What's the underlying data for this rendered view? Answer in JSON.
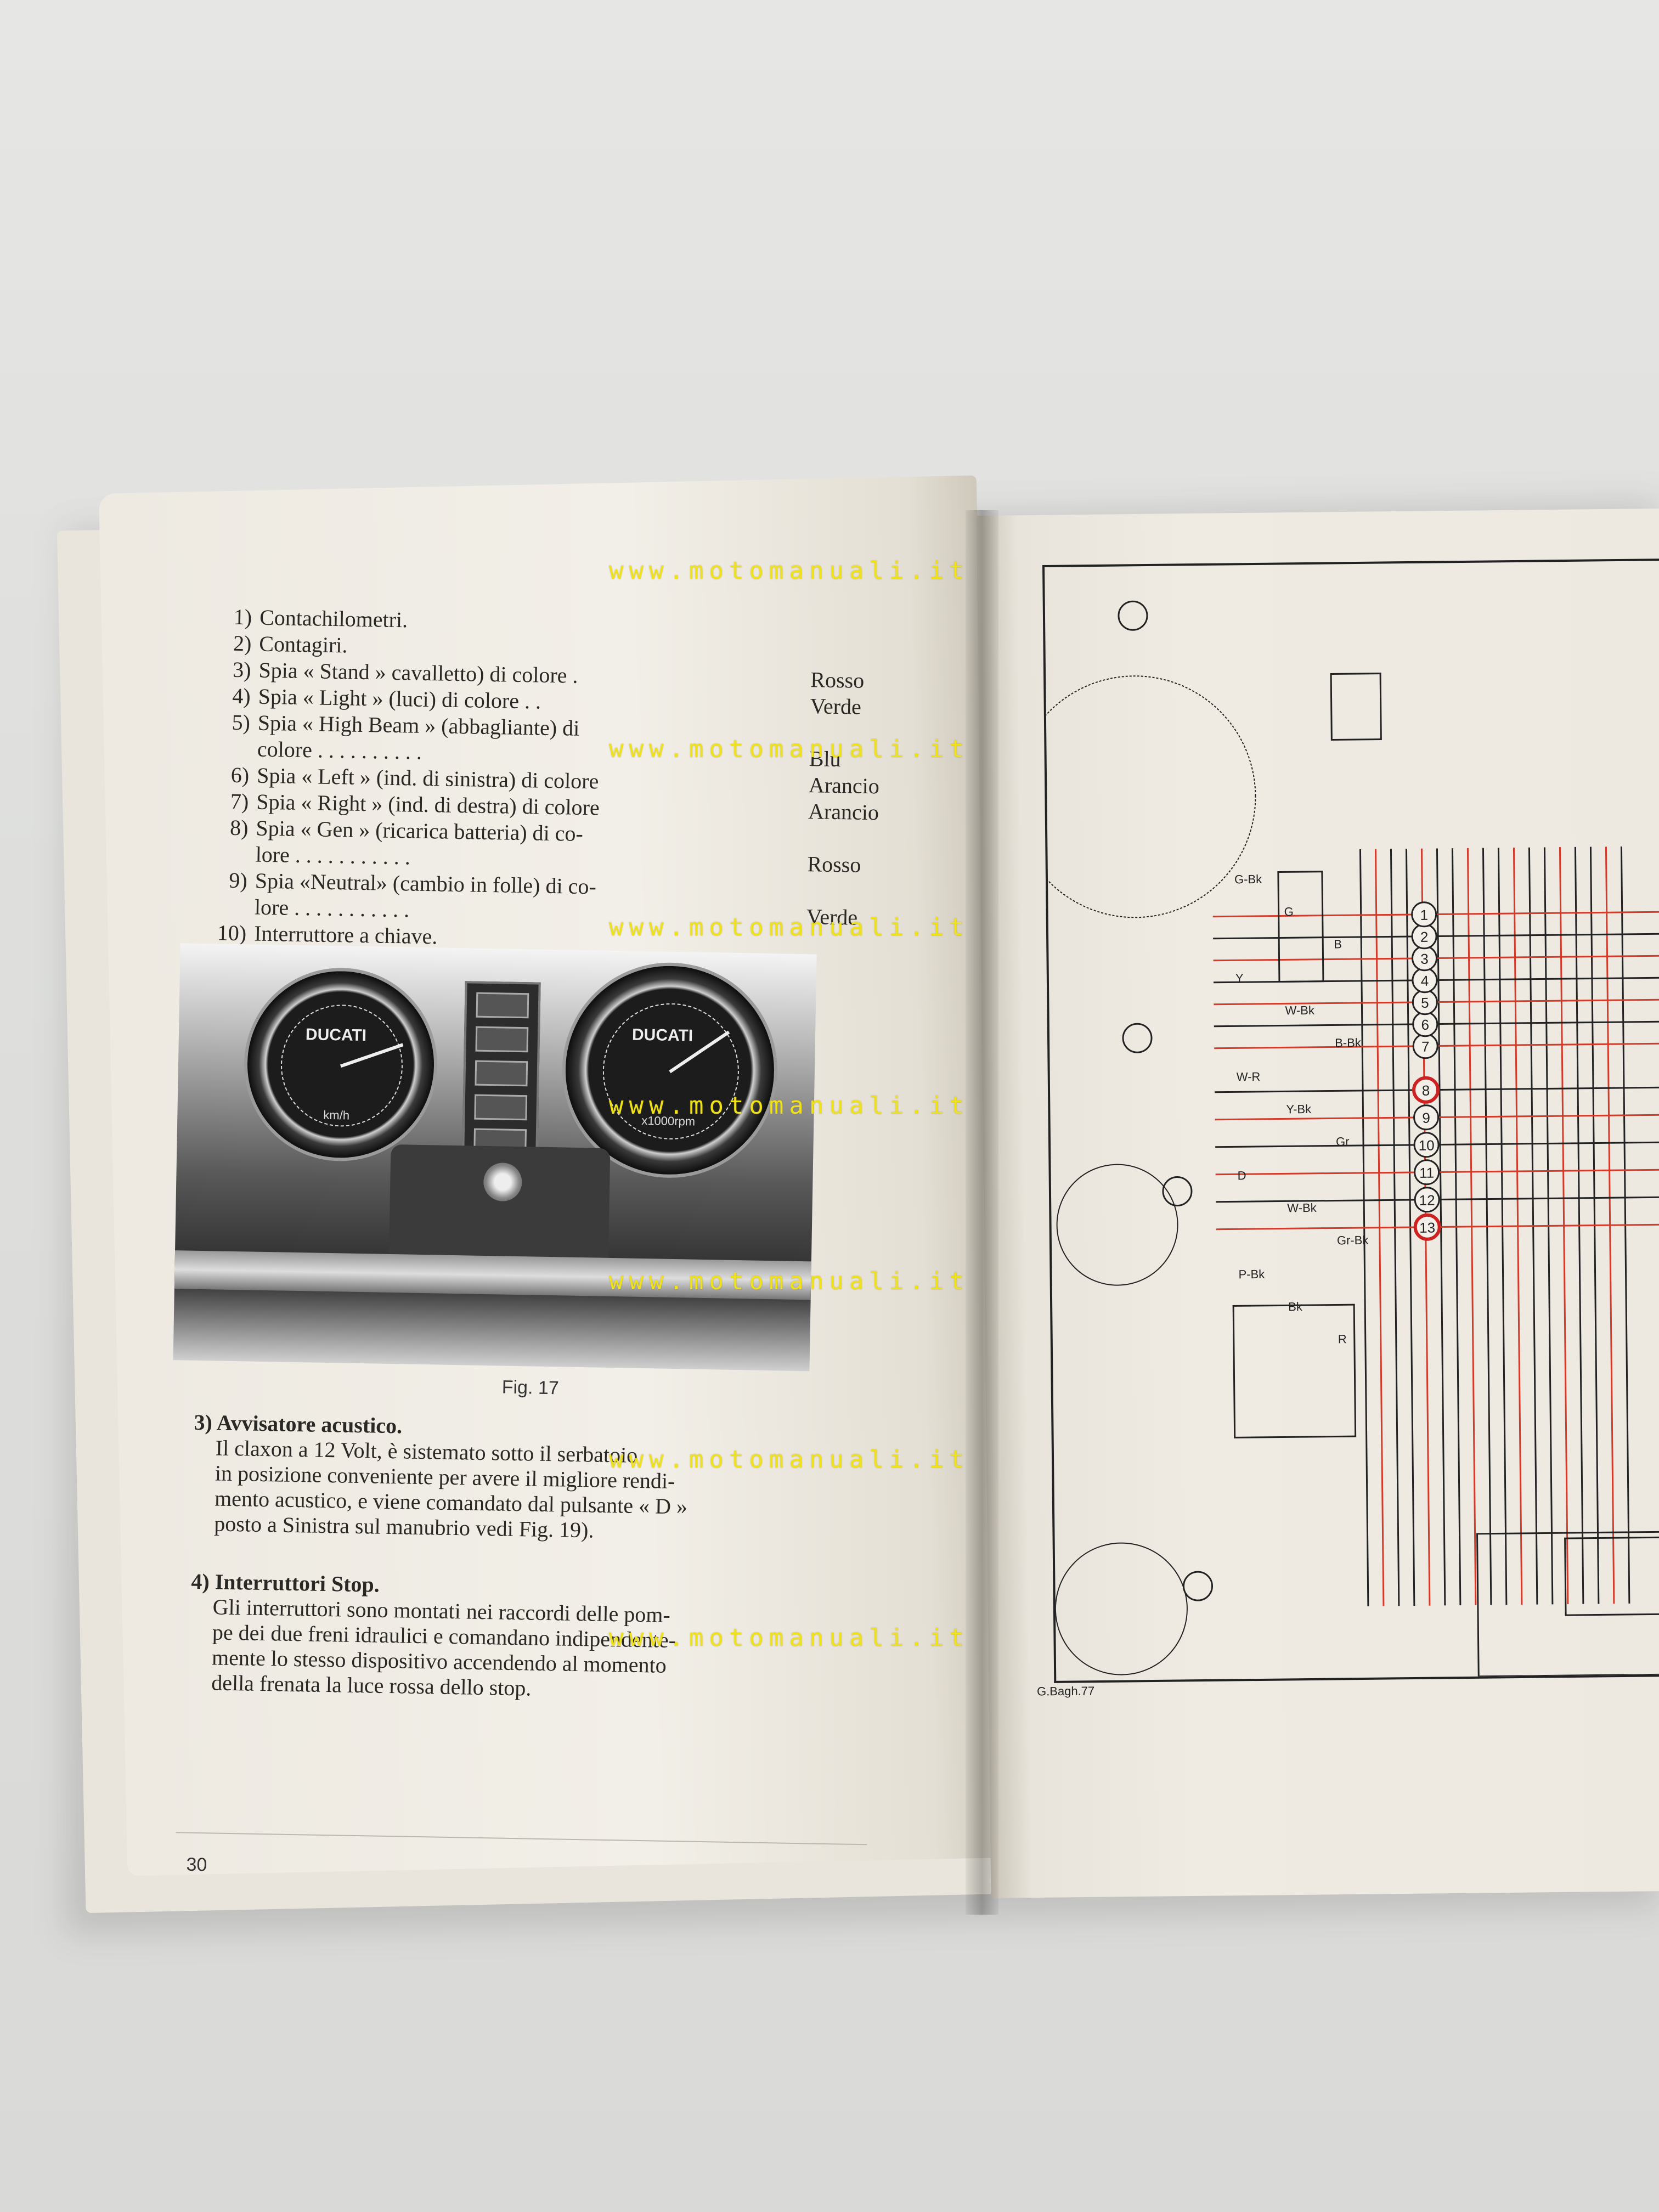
{
  "watermark": "www.motomanuali.it",
  "list": [
    {
      "num": "1)",
      "text": "Contachilometri.",
      "color": ""
    },
    {
      "num": "2)",
      "text": "Contagiri.",
      "color": ""
    },
    {
      "num": "3)",
      "text": "Spia « Stand » cavalletto) di colore .",
      "color": "Rosso"
    },
    {
      "num": "4)",
      "text": "Spia « Light » (luci) di colore . .",
      "color": "Verde"
    },
    {
      "num": "5)",
      "text": "Spia « High Beam » (abbagliante) di",
      "color": ""
    },
    {
      "num": "",
      "text": "colore . . . . . . . . . .",
      "color": "Blu"
    },
    {
      "num": "6)",
      "text": "Spia « Left » (ind. di sinistra) di colore",
      "color": "Arancio"
    },
    {
      "num": "7)",
      "text": "Spia « Right » (ind. di destra) di colore",
      "color": "Arancio"
    },
    {
      "num": "8)",
      "text": "Spia « Gen » (ricarica batteria) di co-",
      "color": ""
    },
    {
      "num": "",
      "text": "lore . . . . . . . . . . .",
      "color": "Rosso"
    },
    {
      "num": "9)",
      "text": "Spia «Neutral» (cambio in folle) di co-",
      "color": ""
    },
    {
      "num": "",
      "text": "lore . . . . . . . . . . .",
      "color": "Verde"
    },
    {
      "num": "10)",
      "text": "Interruttore a chiave.",
      "color": ""
    }
  ],
  "photo": {
    "left_gauge_brand": "DUCATI",
    "left_gauge_unit": "km/h",
    "right_gauge_brand": "DUCATI",
    "right_gauge_unit": "x1000rpm"
  },
  "figure_caption": "Fig. 17",
  "sections": [
    {
      "heading": "3) Avvisatore acustico.",
      "lines": [
        "Il claxon a 12 Volt, è sistemato sotto il serbatoio",
        "in posizione conveniente per avere il migliore rendi-",
        "mento acustico, e viene comandato dal pulsante « D »",
        "posto a Sinistra sul manubrio vedi Fig. 19)."
      ]
    },
    {
      "heading": "4) Interruttori Stop.",
      "lines": [
        "Gli interruttori sono montati nei raccordi delle pom-",
        "pe dei due freni idraulici e comandano indipendente-",
        "mente lo stesso dispositivo accendendo al momento",
        "della frenata la luce rossa dello stop."
      ]
    }
  ],
  "page_number": "30",
  "diagram": {
    "credit": "G.Bagh.77",
    "wire_labels": [
      "G-Bk",
      "G",
      "B",
      "Y",
      "W-Bk",
      "B-Bk",
      "W-R",
      "Y-Bk",
      "Gr",
      "D",
      "W-Bk",
      "Gr-Bk",
      "P-Bk",
      "Bk",
      "R"
    ],
    "connector_numbers": [
      "1",
      "2",
      "3",
      "4",
      "5",
      "6",
      "7",
      "8",
      "9",
      "10",
      "11",
      "12",
      "13"
    ],
    "colors": {
      "wire": "#222222",
      "red_wire": "#d23a2a",
      "highlight": "#cc2222"
    }
  }
}
